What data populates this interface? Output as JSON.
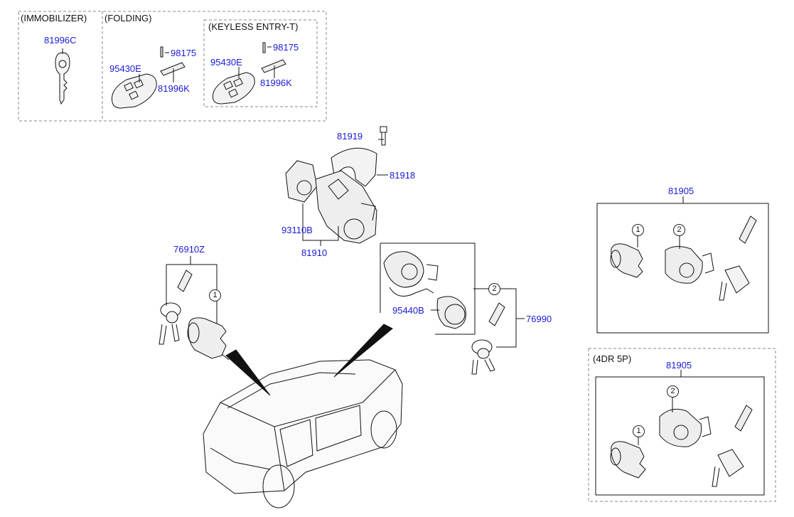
{
  "colors": {
    "part_number": "#1a1ad6",
    "line": "#111111",
    "dashed_box": "#888888"
  },
  "groups": {
    "immobilizer": "(IMMOBILIZER)",
    "folding": "(FOLDING)",
    "keyless": "(KEYLESS ENTRY-T)",
    "four_door": "(4DR 5P)"
  },
  "parts": {
    "p81996C": "81996C",
    "p95430E_a": "95430E",
    "p98175_a": "98175",
    "p81996K_a": "81996K",
    "p95430E_b": "95430E",
    "p98175_b": "98175",
    "p81996K_b": "81996K",
    "p81919": "81919",
    "p81918": "81918",
    "p93110B": "93110B",
    "p81910": "81910",
    "p76910Z": "76910Z",
    "p95440B": "95440B",
    "p76990": "76990",
    "p81905_a": "81905",
    "p81905_b": "81905"
  },
  "callouts": {
    "one": "1",
    "two": "2"
  },
  "icons": [
    "key-icon",
    "remote-key-icon",
    "key-blade-icon",
    "screw-icon",
    "cover-icon",
    "ignition-lock-icon",
    "door-lock-cylinder-icon",
    "key-fob-icon",
    "car-icon"
  ]
}
